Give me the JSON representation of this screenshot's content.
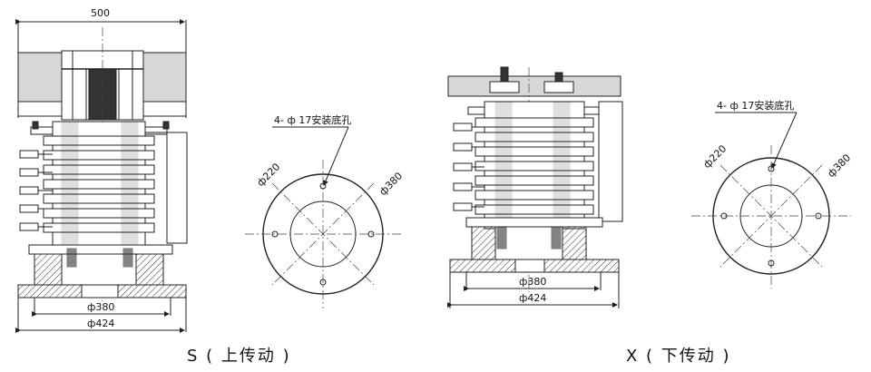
{
  "left_view": {
    "width_dim": "500",
    "phi380": "ф380",
    "phi424": "ф424",
    "caption": "S ( 上传动 )"
  },
  "left_flange": {
    "hole_note": "4- ф 17安装底孔",
    "phi220": "ф220",
    "phi380": "ф380"
  },
  "right_view": {
    "phi380": "ф380",
    "phi424": "ф424",
    "caption": "X ( 下传动 )"
  },
  "right_flange": {
    "hole_note": "4- ф 17安装底孔",
    "phi220": "ф220",
    "phi380": "ф380"
  }
}
